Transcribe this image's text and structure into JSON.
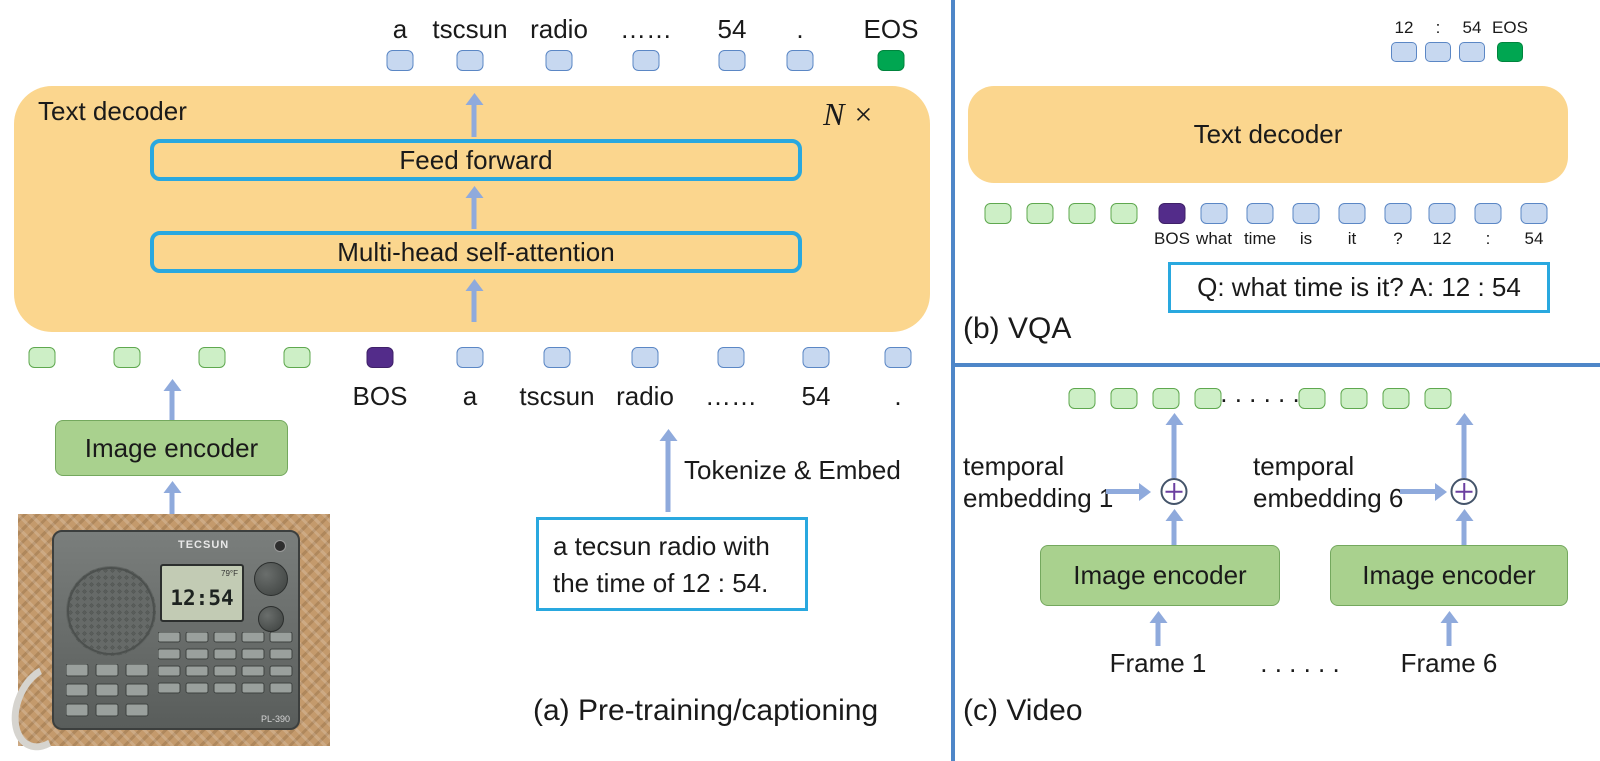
{
  "panel_a": {
    "caption": "(a) Pre-training/captioning",
    "decoder_label": "Text decoder",
    "repeat_label": "N ×",
    "feed_forward_label": "Feed forward",
    "attention_label": "Multi-head self-attention",
    "output_tokens": [
      "a",
      "tscsun",
      "radio",
      "……",
      "54",
      ".",
      "EOS"
    ],
    "input_tokens": [
      "BOS",
      "a",
      "tscsun",
      "radio",
      "……",
      "54",
      "."
    ],
    "image_encoder_label": "Image encoder",
    "tokenize_label": "Tokenize & Embed",
    "text_box_line1": "a tecsun radio with",
    "text_box_line2": "the time of 12 : 54.",
    "radio_photo": {
      "brand": "TECSUN",
      "model": "PL-390",
      "lcd_time": "12:54",
      "lcd_temp": "79°F"
    }
  },
  "panel_b": {
    "caption": "(b) VQA",
    "decoder_label": "Text decoder",
    "output_tokens": [
      "12",
      ":",
      "54",
      "EOS"
    ],
    "input_tokens": [
      "BOS",
      "what",
      "time",
      "is",
      "it",
      "?",
      "12",
      ":",
      "54"
    ],
    "qa_box": "Q: what time is it? A: 12 : 54"
  },
  "panel_c": {
    "caption": "(c) Video",
    "temporal_1": [
      "temporal",
      "embedding 1"
    ],
    "temporal_6": [
      "temporal",
      "embedding 6"
    ],
    "image_encoder_label": "Image encoder",
    "frame_1": "Frame 1",
    "frame_6": "Frame 6",
    "ellipsis": ". . . . . ."
  },
  "colors": {
    "decoder_fill": "#FBD68E",
    "box_border_blue": "#29A8DF",
    "arrow": "#8FAADC",
    "encoder_fill": "#A9D18E",
    "token_text_fill": "#C7D8F0",
    "token_image_fill": "#CDEFC6",
    "bos_purple": "#532C8A",
    "eos_green": "#00A651",
    "divider_blue": "#4E86C8"
  }
}
